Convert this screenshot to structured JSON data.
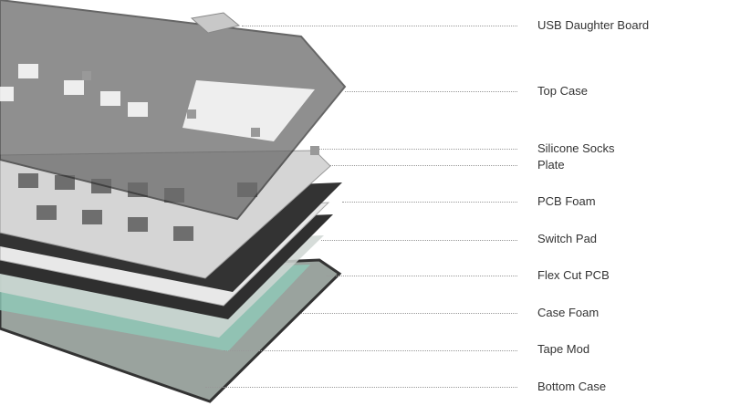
{
  "title": "Keyboard exploded view",
  "colors": {
    "case": "#5a5a5a",
    "plate": "#d8d8d8",
    "foam": "#2b2b2b",
    "text": "#333333"
  },
  "layers": [
    {
      "id": "usb-daughter-board",
      "label": "USB Daughter Board"
    },
    {
      "id": "top-case",
      "label": "Top Case"
    },
    {
      "id": "silicone-socks",
      "label": "Silicone Socks"
    },
    {
      "id": "plate",
      "label": "Plate"
    },
    {
      "id": "pcb-foam",
      "label": "PCB Foam"
    },
    {
      "id": "switch-pad",
      "label": "Switch Pad"
    },
    {
      "id": "flex-cut-pcb",
      "label": "Flex Cut PCB"
    },
    {
      "id": "case-foam",
      "label": "Case Foam"
    },
    {
      "id": "tape-mod",
      "label": "Tape Mod"
    },
    {
      "id": "bottom-case",
      "label": "Bottom Case"
    }
  ]
}
